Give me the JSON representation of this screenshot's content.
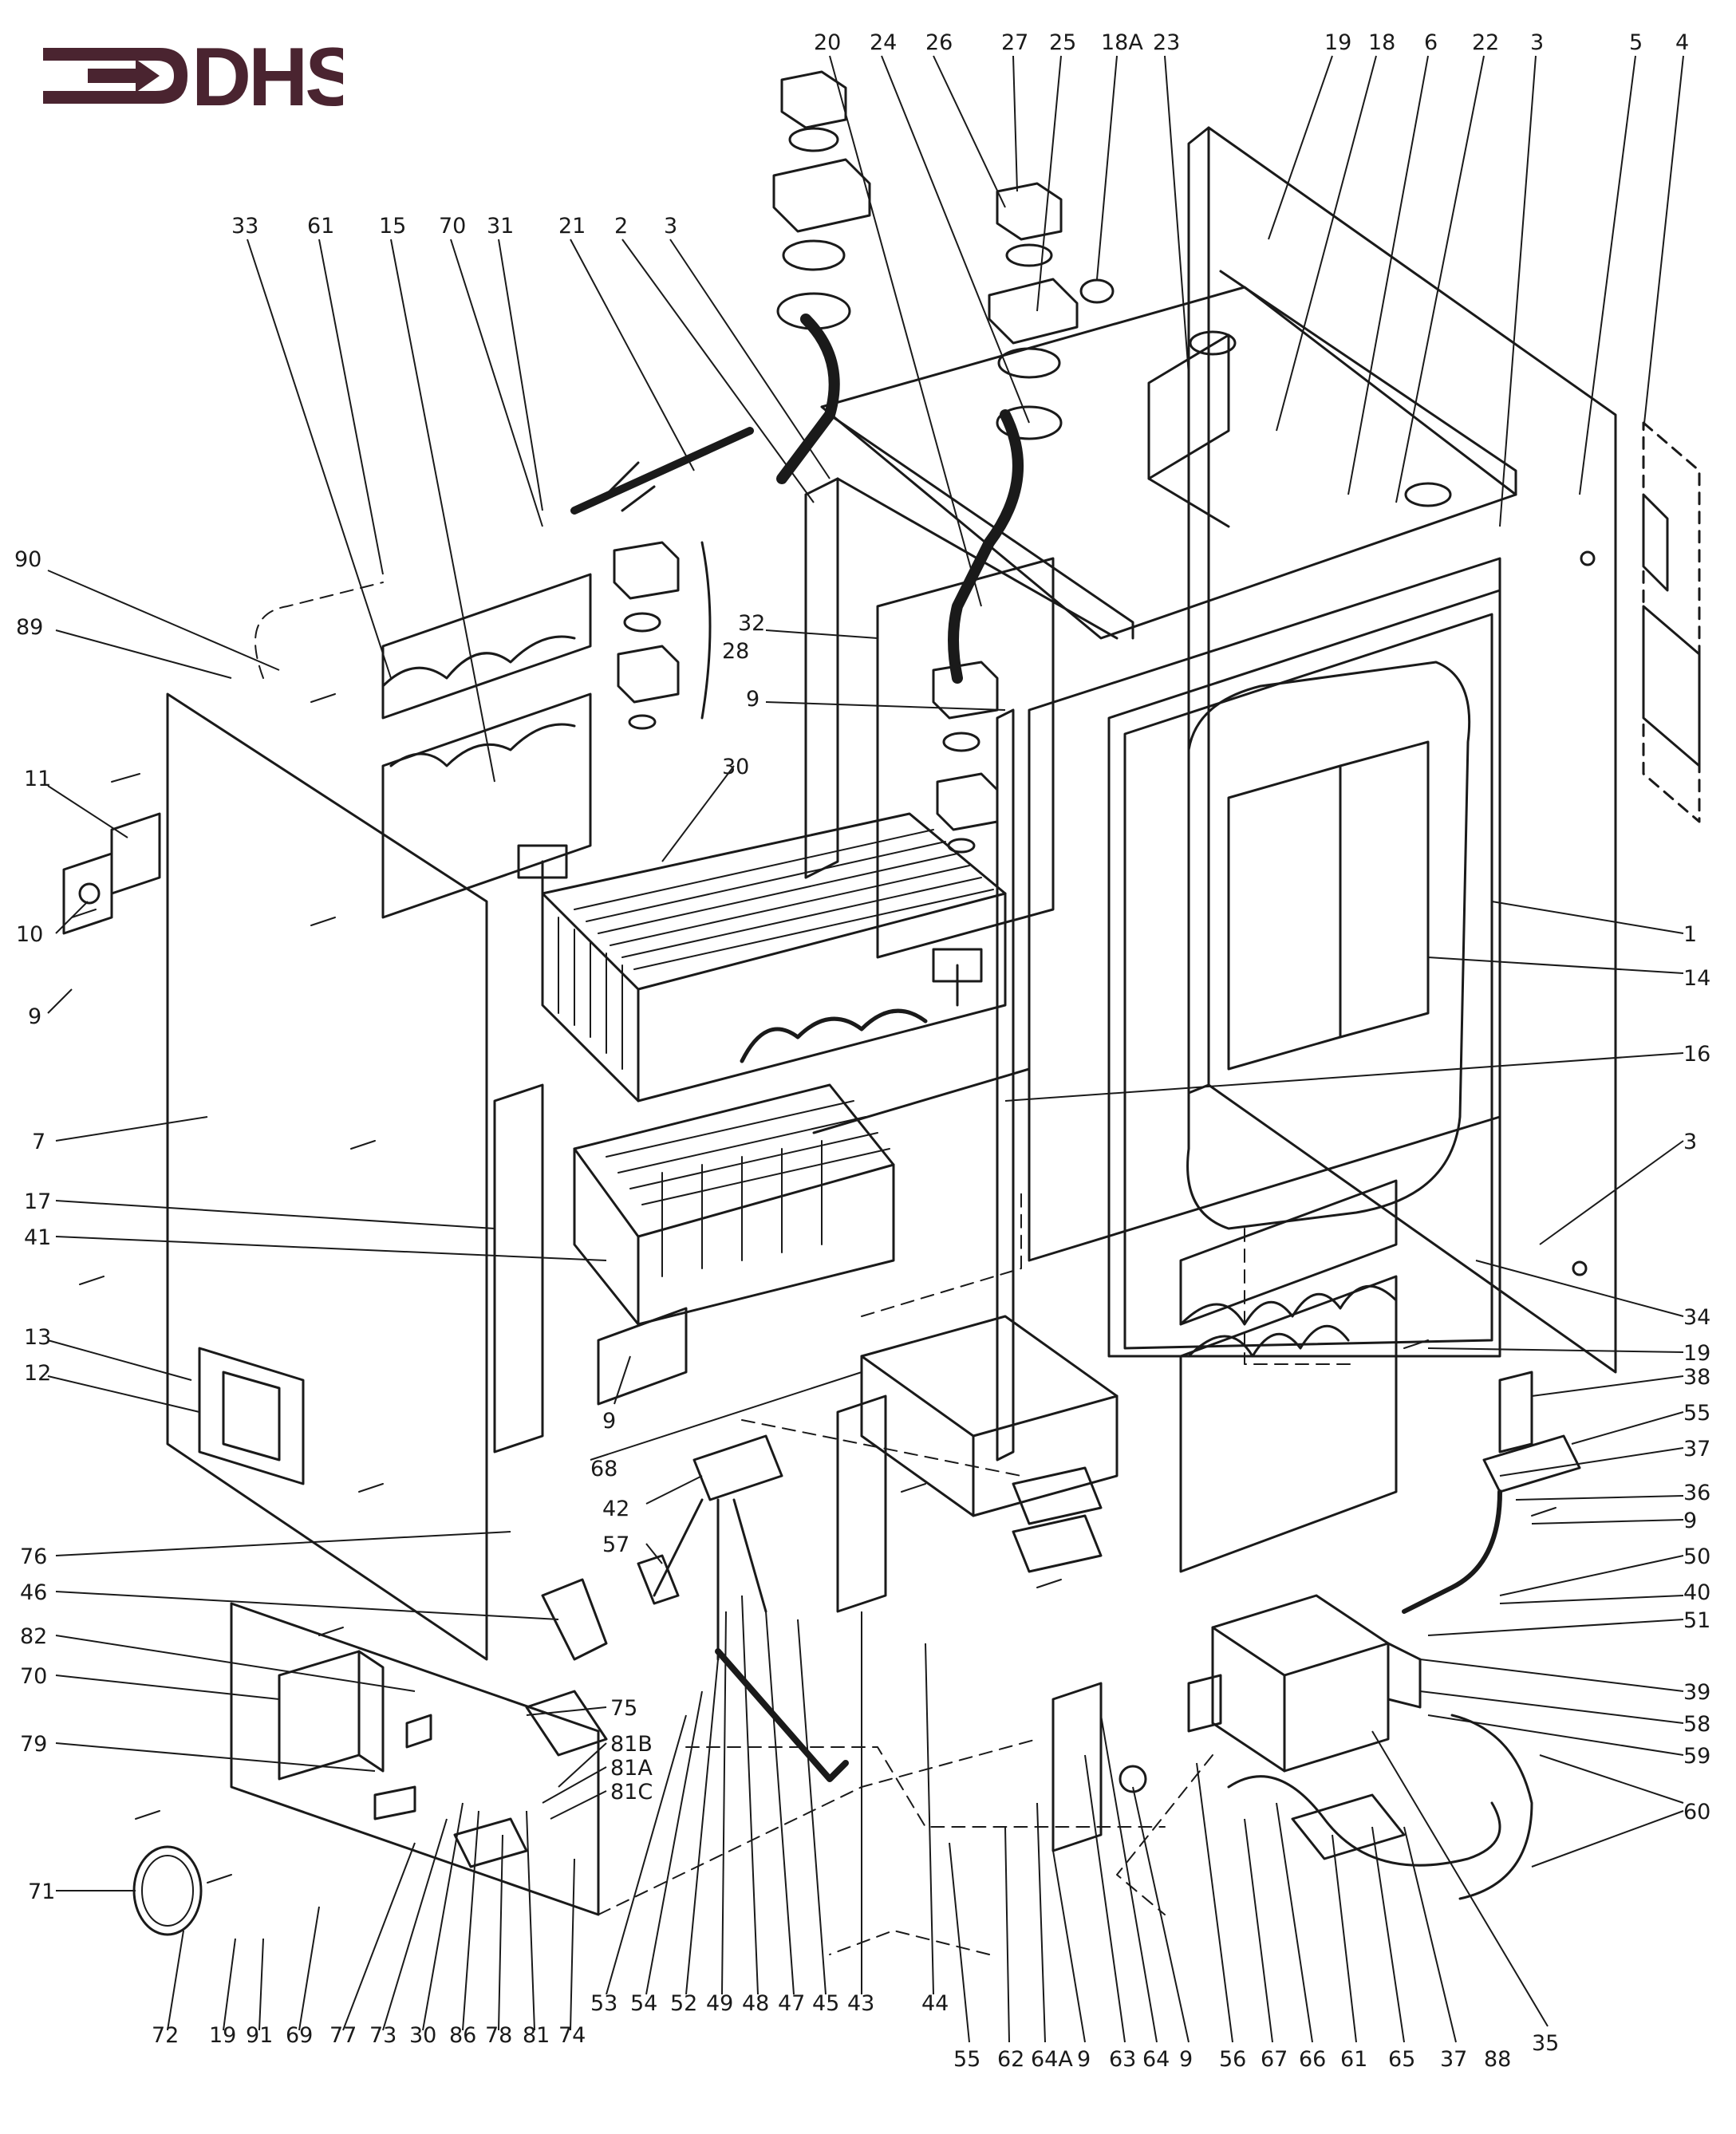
{
  "brand": {
    "name": "DHS",
    "color": "#4a2430"
  },
  "ink_color": "#1a1a1a",
  "part_labels": [
    "20",
    "24",
    "26",
    "27",
    "25",
    "18A",
    "23",
    "19",
    "18",
    "6",
    "22",
    "3",
    "5",
    "4",
    "33",
    "61",
    "15",
    "70",
    "31",
    "21",
    "2",
    "3",
    "90",
    "89",
    "32",
    "28",
    "9",
    "30",
    "11",
    "10",
    "9",
    "1",
    "14",
    "16",
    "7",
    "17",
    "41",
    "3",
    "13",
    "12",
    "34",
    "19",
    "38",
    "55",
    "37",
    "36",
    "9",
    "9",
    "68",
    "42",
    "57",
    "76",
    "46",
    "82",
    "70",
    "79",
    "50",
    "40",
    "51",
    "39",
    "58",
    "59",
    "60",
    "75",
    "81B",
    "81A",
    "81C",
    "71",
    "72",
    "19",
    "91",
    "69",
    "77",
    "73",
    "30",
    "86",
    "78",
    "81",
    "74",
    "53",
    "54",
    "52",
    "49",
    "48",
    "47",
    "45",
    "43",
    "44",
    "55",
    "62",
    "64A",
    "9",
    "63",
    "64",
    "9",
    "56",
    "67",
    "66",
    "61",
    "65",
    "37",
    "88",
    "35"
  ]
}
